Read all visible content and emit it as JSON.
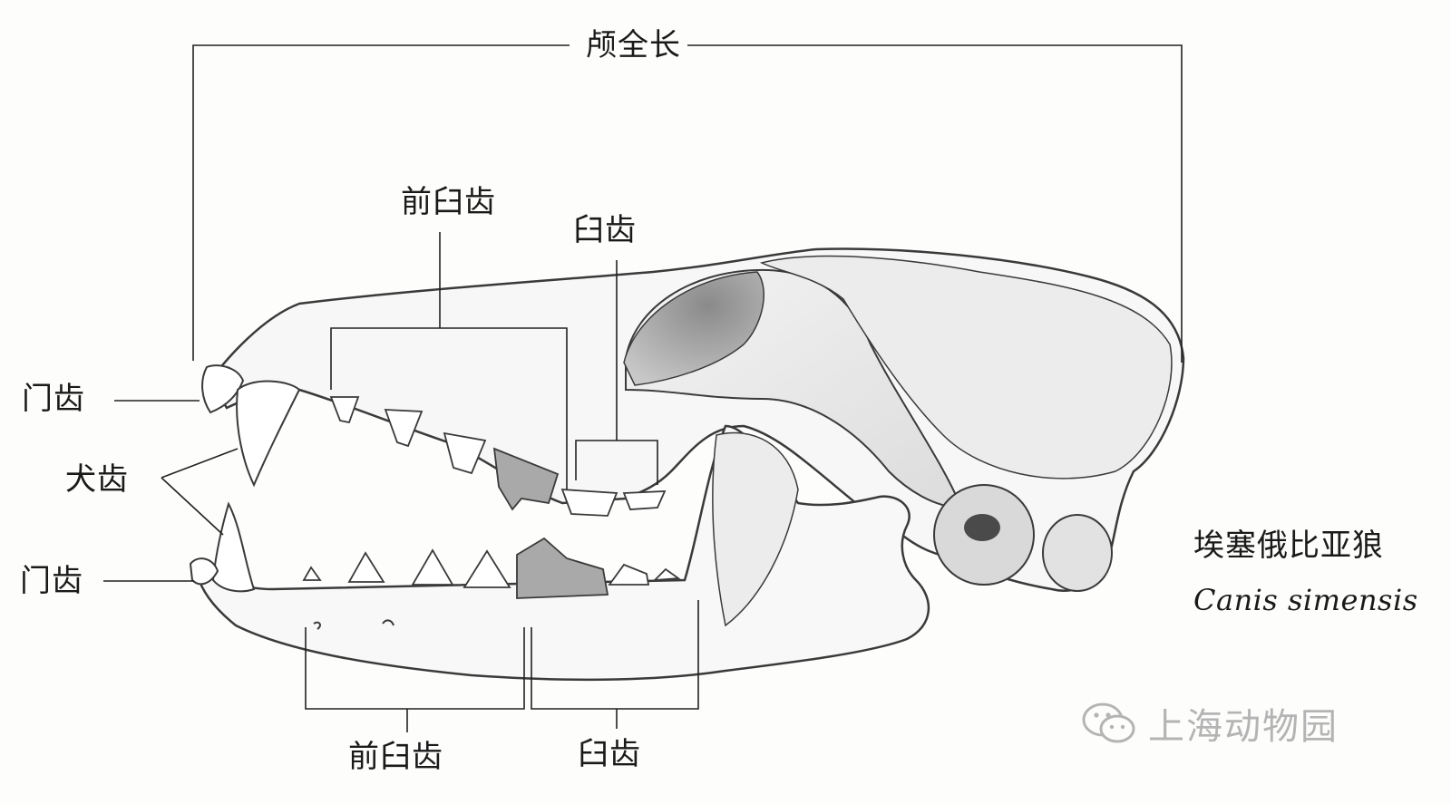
{
  "labels": {
    "skull_length": "颅全长",
    "upper_premolars": "前臼齿",
    "upper_molars": "臼齿",
    "upper_incisors": "门齿",
    "canines": "犬齿",
    "lower_incisors": "门齿",
    "lower_premolars": "前臼齿",
    "lower_molars": "臼齿"
  },
  "species": {
    "chinese_name": "埃塞俄比亚狼",
    "latin_name": "Canis simensis"
  },
  "watermark": {
    "icon": "wechat-icon",
    "text": "上海动物园"
  },
  "colors": {
    "bone_outline": "#3a3a3a",
    "carnassial_fill": "#a9a9a9",
    "watermark": "#b4b4b4"
  }
}
